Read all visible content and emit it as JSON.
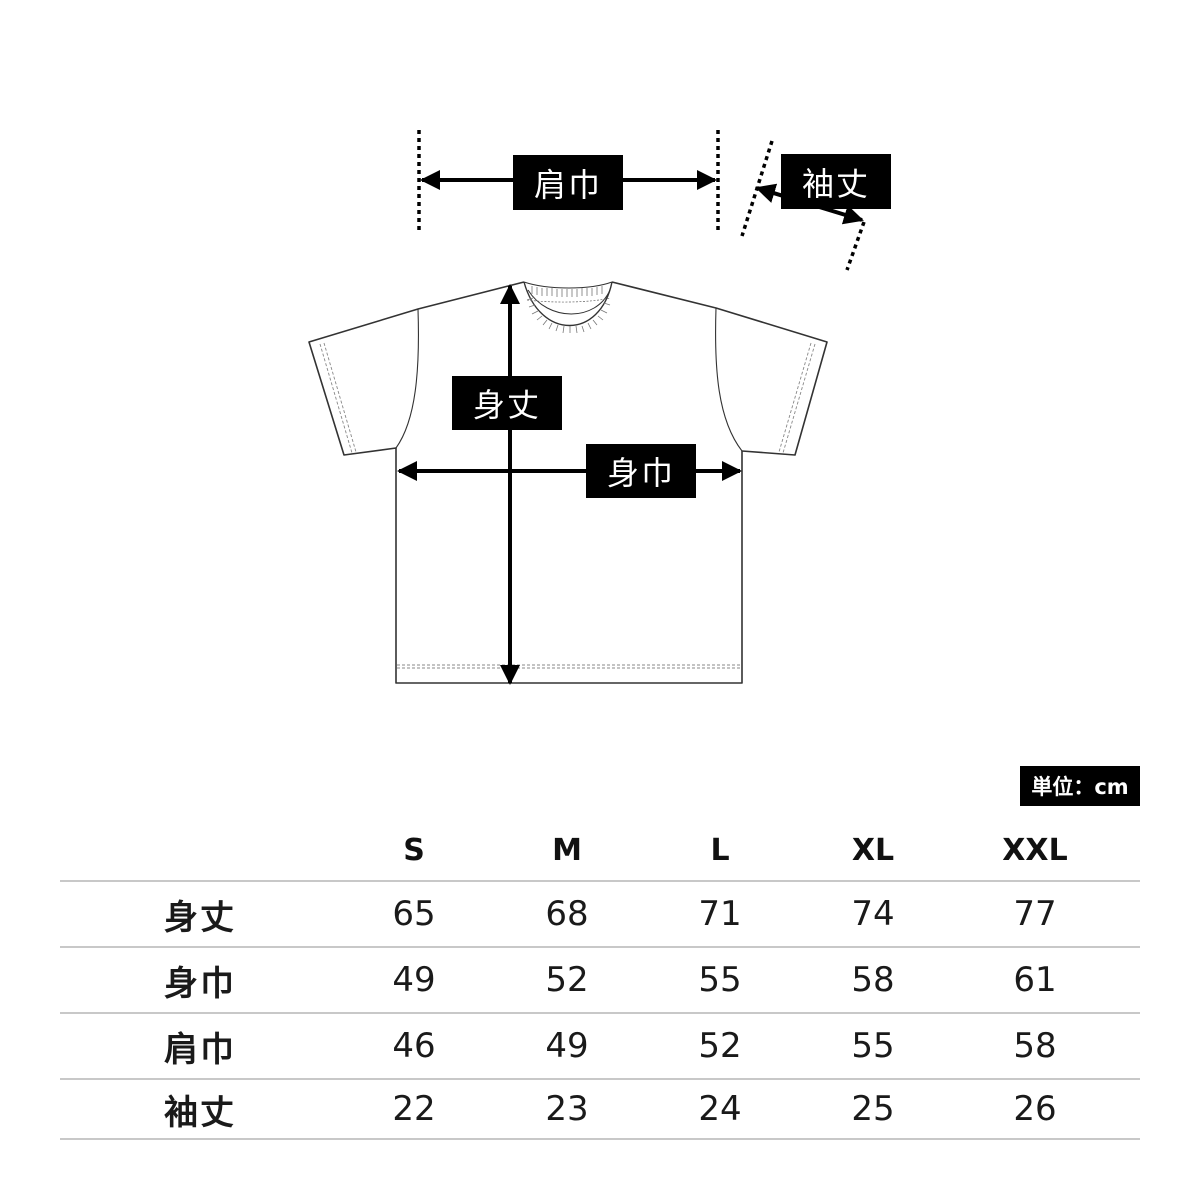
{
  "diagram": {
    "labels": {
      "shoulder_width": "肩巾",
      "sleeve_length": "袖丈",
      "body_length": "身丈",
      "body_width": "身巾"
    },
    "garment": "t-shirt"
  },
  "unit_badge": "単位：cm",
  "table": {
    "columns": [
      "S",
      "M",
      "L",
      "XL",
      "XXL"
    ],
    "rows": [
      {
        "label": "身丈",
        "values": [
          "65",
          "68",
          "71",
          "74",
          "77"
        ]
      },
      {
        "label": "身巾",
        "values": [
          "49",
          "52",
          "55",
          "58",
          "61"
        ]
      },
      {
        "label": "肩巾",
        "values": [
          "46",
          "49",
          "52",
          "55",
          "58"
        ]
      },
      {
        "label": "袖丈",
        "values": [
          "22",
          "23",
          "24",
          "25",
          "26"
        ]
      }
    ]
  },
  "colors": {
    "label_bg": "#000000",
    "label_text": "#ffffff",
    "table_rule": "#c8c8c8",
    "outline": "#333333"
  }
}
